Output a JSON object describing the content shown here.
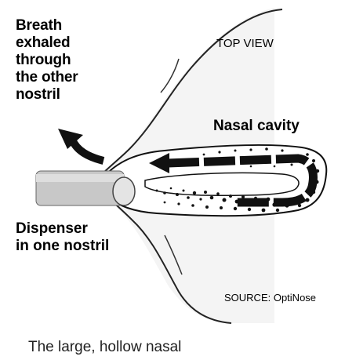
{
  "labels": {
    "breath": "Breath\nexhaled\nthrough\nthe other\nnostril",
    "top_view": "TOP VIEW",
    "nasal_cavity": "Nasal cavity",
    "dispenser": "Dispenser\nin one nostril",
    "source_prefix": "SOURCE: ",
    "source_name": "OptiNose"
  },
  "caption": "The large, hollow nasal",
  "colors": {
    "ink": "#000000",
    "face_shade": "#e6e6e6",
    "tube": "#c8c8c8"
  }
}
